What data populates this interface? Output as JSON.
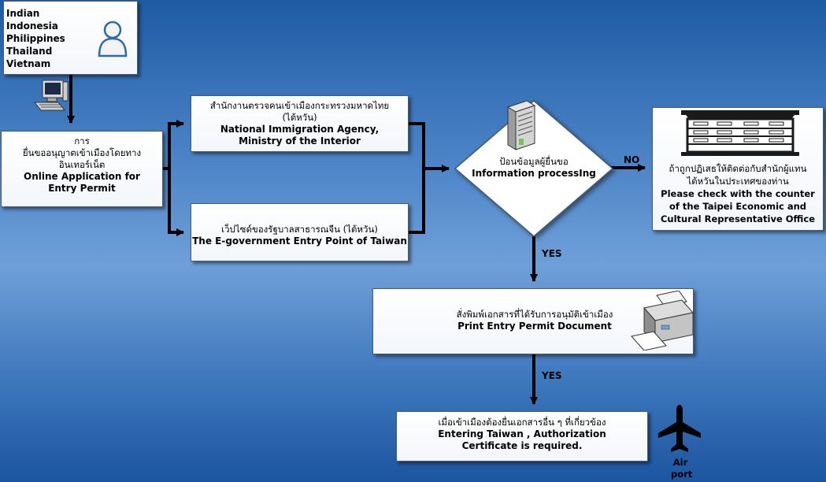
{
  "countries": [
    "Indian",
    "Indonesia",
    "Philippines",
    "Thailand",
    "Vietnam"
  ],
  "online_application": {
    "thai_line1": "การ",
    "thai_line2": "ยื่นขออนุญาตเข้าเมืองโดยทาง",
    "thai_line3": "อินเทอร์เน็ต",
    "english": "Online Application for Entry Permit"
  },
  "national_immigration": {
    "thai_line1": "สำนักงานตรวจคนเข้าเมืองกระทรวงมหาดไทย",
    "thai_line2": "(ไต้หวัน)",
    "english_line1": "National Immigration Agency,",
    "english_line2": "Ministry of the Interior"
  },
  "egov": {
    "thai": "เว็ปไซด์ของรัฐบาลสาธารณจีน (ไต้หวัน)",
    "english": "The E-government Entry Point of Taiwan"
  },
  "decision": {
    "thai": "ป้อนข้อมูลผู้ยื่นขอ",
    "english": "Information  processIng"
  },
  "no_label": "NO",
  "yes_label_1": "YES",
  "yes_label_2": "YES",
  "office": {
    "thai": "ถ้าถูกปฏิเสธให้ติดต่อกับสำนักผู้แทนไต้หวันในประเทศของท่าน",
    "english": "Please check with the counter of the Taipei Economic and Cultural Representative Office"
  },
  "print": {
    "thai": "สั่งพิมพ์เอกสารที่ได้รับการอนุมัติเข้าเมือง",
    "english": "Print Entry Permit Document"
  },
  "entering": {
    "thai": "เมื่อเข้าเมืองต้องยื่นเอกสารอื่น ๆ ที่เกี่ยวข้อง",
    "english": "Entering Taiwan , Authorization Certificate  is required."
  },
  "airport_label": "Air port",
  "icons": [
    "user-icon",
    "computer-icon",
    "server-icon",
    "building-icon",
    "printer-icon",
    "airplane-icon"
  ],
  "colors": {
    "background": "#4e86c9",
    "arrow": "#000000",
    "box": "#ffffff"
  }
}
